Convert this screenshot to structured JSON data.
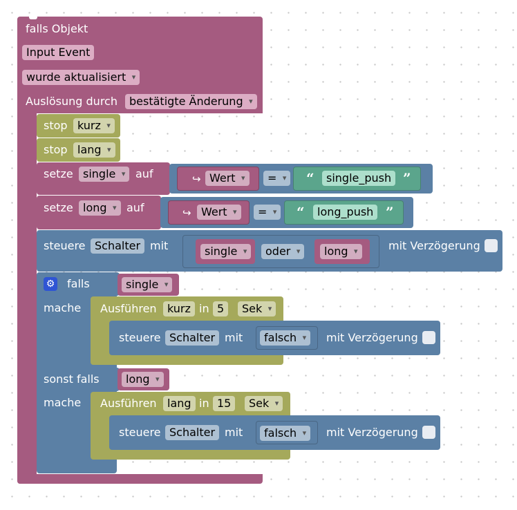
{
  "trigger": {
    "title": "falls Objekt",
    "object_id": "Input Event",
    "condition": "wurde aktualisiert",
    "trigger_label": "Auslösung durch",
    "trigger_value": "bestätigte Änderung"
  },
  "stop1": {
    "label": "stop",
    "timer": "kurz"
  },
  "stop2": {
    "label": "stop",
    "timer": "lang"
  },
  "set1": {
    "label": "setze",
    "var": "single",
    "on_label": "auf",
    "arrow": "↪",
    "prop": "Wert",
    "op": "=",
    "text": "single_push"
  },
  "set2": {
    "label": "setze",
    "var": "long",
    "on_label": "auf",
    "arrow": "↪",
    "prop": "Wert",
    "op": "=",
    "text": "long_push"
  },
  "control1": {
    "label": "steuere",
    "target": "Schalter",
    "with_label": "mit",
    "left": "single",
    "op": "oder",
    "right": "long",
    "delay_label": "mit Verzögerung"
  },
  "if_block": {
    "if_label": "falls",
    "if_cond": "single",
    "do_label": "mache",
    "elif_label": "sonst falls",
    "elif_cond": "long",
    "do2_label": "mache"
  },
  "timeout1": {
    "label": "Ausführen",
    "name": "kurz",
    "in_label": "in",
    "value": "5",
    "unit": "Sek"
  },
  "control2": {
    "label": "steuere",
    "target": "Schalter",
    "with_label": "mit",
    "value": "falsch",
    "delay_label": "mit Verzögerung"
  },
  "timeout2": {
    "label": "Ausführen",
    "name": "lang",
    "in_label": "in",
    "value": "15",
    "unit": "Sek"
  },
  "control3": {
    "label": "steuere",
    "target": "Schalter",
    "with_label": "mit",
    "value": "falsch",
    "delay_label": "mit Verzögerung"
  }
}
